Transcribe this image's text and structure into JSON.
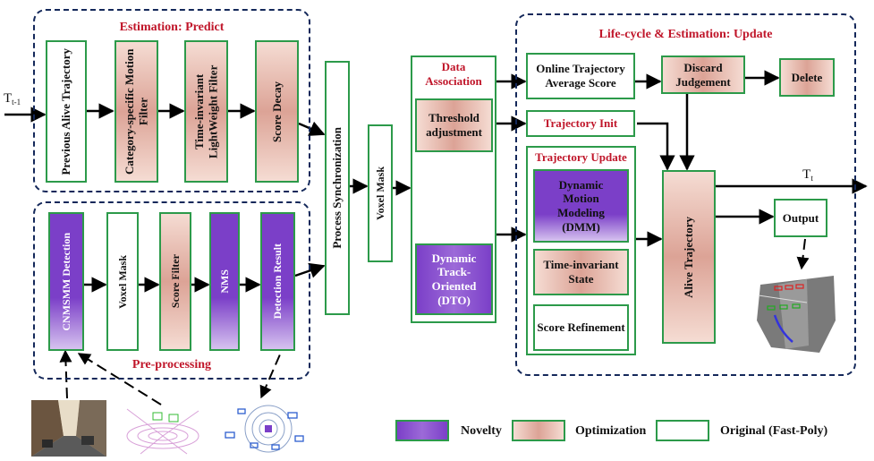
{
  "colors": {
    "frame": "#14285a",
    "section_title": "#c0162a",
    "box_border": "#2c9a4a",
    "novelty": "#7b3fc8",
    "optimization": "#dca396",
    "original": "#ffffff"
  },
  "labels": {
    "t_in_main": "T",
    "t_in_sub": "t-1",
    "t_out_main": "T",
    "t_out_sub": "t"
  },
  "predict": {
    "title": "Estimation: Predict",
    "boxes": [
      "Previous Alive Trajectory",
      "Category-specific Motion Filter",
      "Time-invariant LightWeight Filter",
      "Score Decay"
    ]
  },
  "preproc": {
    "title": "Pre-processing",
    "boxes": [
      "CNMSMM Detection",
      "Voxel Mask",
      "Score Filter",
      "NMS",
      "Detection Result"
    ]
  },
  "middle": {
    "process_sync": "Process Synchronization",
    "voxel_mask": "Voxel Mask"
  },
  "data_association": {
    "title_line1": "Data",
    "title_line2": "Association",
    "threshold": "Threshold adjustment",
    "dto_line1": "Dynamic Track-",
    "dto_line2": "Oriented",
    "dto_line3": "(DTO)"
  },
  "update": {
    "title": "Life-cycle & Estimation: Update",
    "online_score": "Online Trajectory Average Score",
    "discard": "Discard Judgement",
    "delete": "Delete",
    "traj_init": "Trajectory Init",
    "traj_update_title": "Trajectory Update",
    "dmm_line1": "Dynamic",
    "dmm_line2": "Motion",
    "dmm_line3": "Modeling",
    "dmm_line4": "(DMM)",
    "time_inv_state": "Time-invariant State",
    "score_refine": "Score Refinement",
    "alive_traj": "Alive Trajectory",
    "output": "Output"
  },
  "legend": [
    {
      "name": "Novelty",
      "style": "novelty"
    },
    {
      "name": "Optimization",
      "style": "optimization"
    },
    {
      "name": "Original (Fast-Poly)",
      "style": "original"
    }
  ]
}
